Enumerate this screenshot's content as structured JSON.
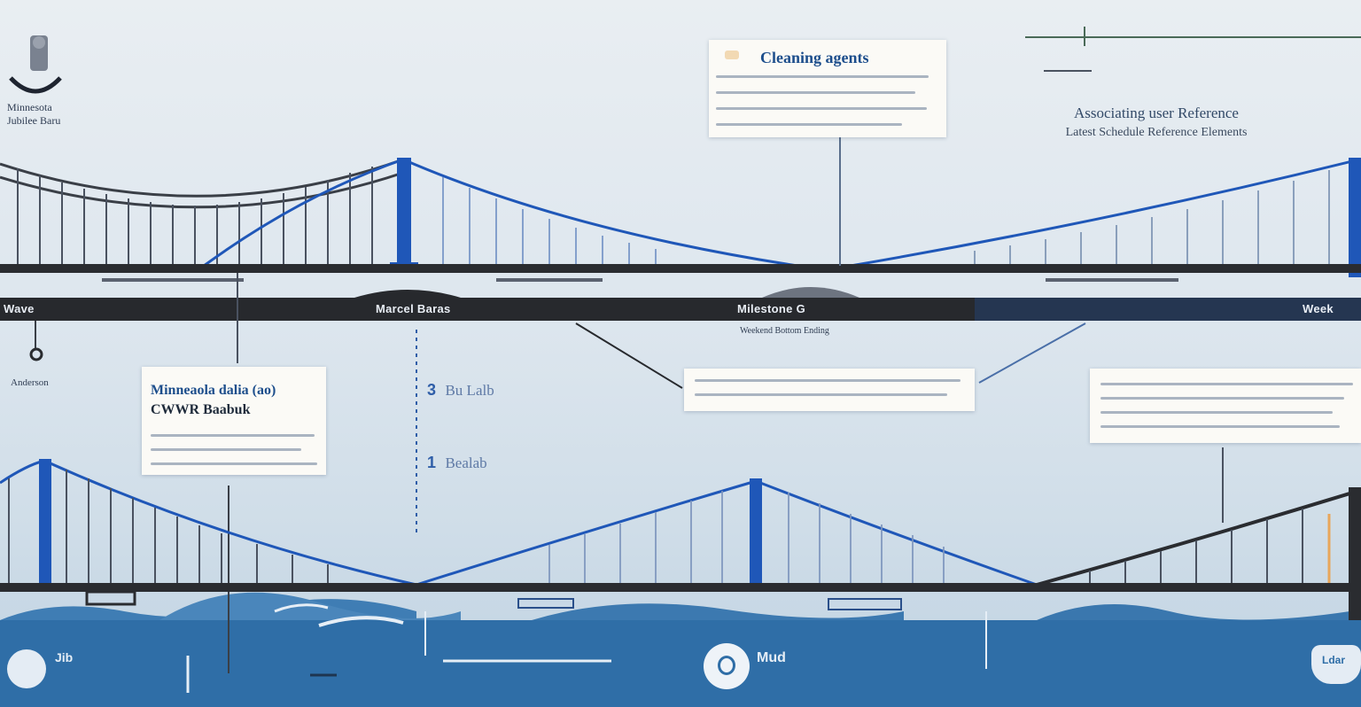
{
  "logo": {
    "line1": "Minnesota",
    "line2": "Jubilee Baru"
  },
  "top_callout": {
    "title": "Cleaning agents"
  },
  "top_right": {
    "title": "Associating user Reference",
    "subtitle": "Latest Schedule Reference Elements"
  },
  "timeline_bar": {
    "labels": [
      "Wave",
      "Marcel Baras",
      "Milestone G",
      "Week"
    ],
    "sub_label": "Weekend Bottom Ending"
  },
  "left_callout": {
    "title_line1": "Minneaola dalia (ao)",
    "title_line2": "CWWR Baabuk"
  },
  "middle_legend": {
    "items": [
      {
        "marker": "3",
        "label": "Bu Lalb"
      },
      {
        "marker": "1",
        "label": "Bealab"
      }
    ]
  },
  "left_marker": {
    "label": "Anderson"
  },
  "bottom_labels": {
    "left": "Jib",
    "center": "Mud",
    "right": "Ldar"
  },
  "colors": {
    "bridge_blue": "#1f57b8",
    "bridge_dark": "#2b2f36",
    "deck_bar": "#2a2c30",
    "water": "#2d6ea8",
    "accent_orange": "#e8a65a"
  }
}
